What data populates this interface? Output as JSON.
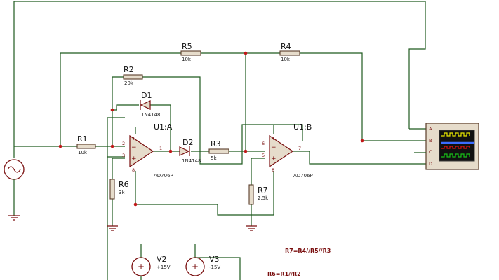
{
  "components": {
    "R1": {
      "ref": "R1",
      "value": "10k"
    },
    "R2": {
      "ref": "R2",
      "value": "20k"
    },
    "R3": {
      "ref": "R3",
      "value": "5k"
    },
    "R4": {
      "ref": "R4",
      "value": "10k"
    },
    "R5": {
      "ref": "R5",
      "value": "10k"
    },
    "R6": {
      "ref": "R6",
      "value": "3k"
    },
    "R7": {
      "ref": "R7",
      "value": "2.5k"
    },
    "D1": {
      "ref": "D1",
      "value": "1N4148"
    },
    "D2": {
      "ref": "D2",
      "value": "1N4148"
    },
    "U1A": {
      "ref": "U1:A",
      "value": "AD706P",
      "pins": {
        "inv": "2",
        "noninv": "3",
        "out": "1",
        "v_pos": "4",
        "v_neg": "8"
      }
    },
    "U1B": {
      "ref": "U1:B",
      "value": "AD706P",
      "pins": {
        "inv": "6",
        "noninv": "5",
        "out": "7",
        "v_pos": "4",
        "v_neg": "8"
      }
    },
    "V2": {
      "ref": "V2",
      "value": "+15V"
    },
    "V3": {
      "ref": "V3",
      "value": "-15V"
    }
  },
  "scope": {
    "channels": [
      "A",
      "B",
      "C",
      "D"
    ],
    "trace_colors": [
      "#e8e800",
      "#3a6cff",
      "#e01010",
      "#18c018"
    ]
  },
  "notes": {
    "line1": "R7=R4//R5//R3",
    "line2": "R6=R1//R2"
  },
  "colors": {
    "wire": "#1f5a1f",
    "component": "#7a0f0f",
    "junction": "#c01818",
    "body_fill": "#e6dccb"
  }
}
